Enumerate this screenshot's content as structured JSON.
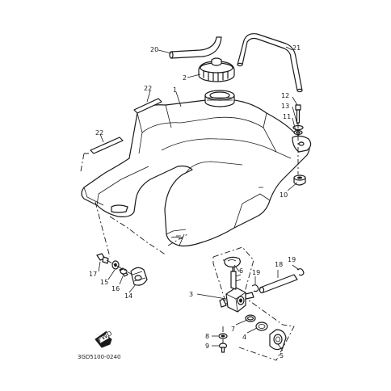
{
  "callouts": [
    {
      "id": "c1",
      "text": "1"
    },
    {
      "id": "c2",
      "text": "2"
    },
    {
      "id": "c3",
      "text": "3"
    },
    {
      "id": "c4",
      "text": "4"
    },
    {
      "id": "c5",
      "text": "5"
    },
    {
      "id": "c6",
      "text": "6"
    },
    {
      "id": "c7",
      "text": "7"
    },
    {
      "id": "c8",
      "text": "8"
    },
    {
      "id": "c9",
      "text": "9"
    },
    {
      "id": "c10",
      "text": "10"
    },
    {
      "id": "c11",
      "text": "11"
    },
    {
      "id": "c12",
      "text": "12"
    },
    {
      "id": "c13",
      "text": "13"
    },
    {
      "id": "c14",
      "text": "14"
    },
    {
      "id": "c15",
      "text": "15"
    },
    {
      "id": "c16",
      "text": "16"
    },
    {
      "id": "c17",
      "text": "17"
    },
    {
      "id": "c18",
      "text": "18"
    },
    {
      "id": "c19a",
      "text": "19"
    },
    {
      "id": "c19b",
      "text": "19"
    },
    {
      "id": "c20",
      "text": "20"
    },
    {
      "id": "c21",
      "text": "21"
    },
    {
      "id": "c22a",
      "text": "22"
    },
    {
      "id": "c22b",
      "text": "22"
    }
  ],
  "fwd_mark": "FWD",
  "diagram_code": "3GD5100-0240"
}
